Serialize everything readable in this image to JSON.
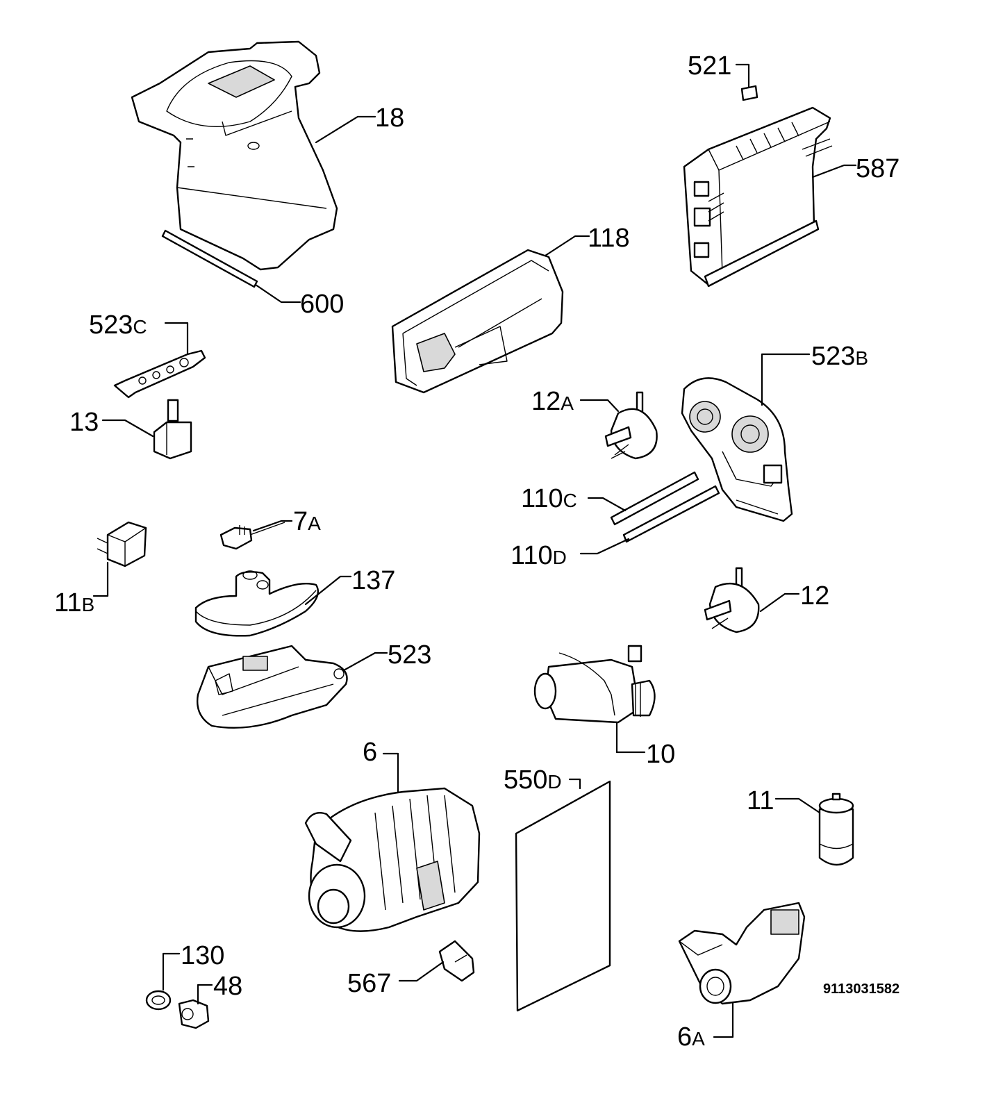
{
  "diagram": {
    "document_number": "9113031582",
    "callouts": [
      {
        "id": "18",
        "main": "18",
        "suffix": ""
      },
      {
        "id": "600",
        "main": "600",
        "suffix": ""
      },
      {
        "id": "521",
        "main": "521",
        "suffix": ""
      },
      {
        "id": "587",
        "main": "587",
        "suffix": ""
      },
      {
        "id": "118",
        "main": "118",
        "suffix": ""
      },
      {
        "id": "523C",
        "main": "523",
        "suffix": "C"
      },
      {
        "id": "13",
        "main": "13",
        "suffix": ""
      },
      {
        "id": "523B",
        "main": "523",
        "suffix": "B"
      },
      {
        "id": "12A",
        "main": "12",
        "suffix": "A"
      },
      {
        "id": "110C",
        "main": "110",
        "suffix": "C"
      },
      {
        "id": "110D",
        "main": "110",
        "suffix": "D"
      },
      {
        "id": "12",
        "main": "12",
        "suffix": ""
      },
      {
        "id": "7A",
        "main": "7",
        "suffix": "A"
      },
      {
        "id": "11B",
        "main": "11",
        "suffix": "B"
      },
      {
        "id": "137",
        "main": "137",
        "suffix": ""
      },
      {
        "id": "523",
        "main": "523",
        "suffix": ""
      },
      {
        "id": "10",
        "main": "10",
        "suffix": ""
      },
      {
        "id": "6",
        "main": "6",
        "suffix": ""
      },
      {
        "id": "550D",
        "main": "550",
        "suffix": "D"
      },
      {
        "id": "11",
        "main": "11",
        "suffix": ""
      },
      {
        "id": "130",
        "main": "130",
        "suffix": ""
      },
      {
        "id": "48",
        "main": "48",
        "suffix": ""
      },
      {
        "id": "567",
        "main": "567",
        "suffix": ""
      },
      {
        "id": "6A",
        "main": "6",
        "suffix": "A"
      }
    ]
  }
}
